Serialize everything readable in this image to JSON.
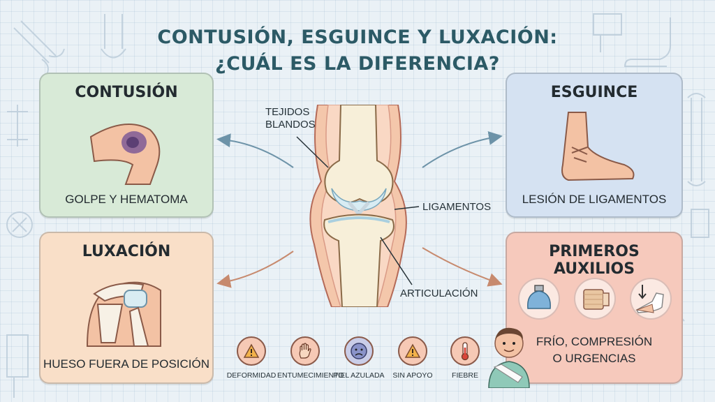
{
  "title": {
    "line1": "CONTUSIÓN, ESGUINCE Y LUXACIÓN:",
    "line2": "¿CUÁL ES LA DIFERENCIA?"
  },
  "cards": {
    "contusion": {
      "title": "CONTUSIÓN",
      "caption": "GOLPE Y HEMATOMA"
    },
    "esguince": {
      "title": "ESGUINCE",
      "caption": "LESIÓN DE LIGAMENTOS"
    },
    "luxacion": {
      "title": "LUXACIÓN",
      "caption": "HUESO FUERA DE POSICIÓN"
    },
    "auxilios": {
      "title": "PRIMEROS AUXILIOS",
      "caption_line1": "FRÍO, COMPRESIÓN",
      "caption_line2": "O URGENCIAS"
    }
  },
  "knee_labels": {
    "tejidos_line1": "TEJIDOS",
    "tejidos_line2": "BLANDOS",
    "ligamentos": "LIGAMENTOS",
    "articulacion": "ARTICULACIÓN"
  },
  "symptoms": [
    {
      "label": "DEFORMIDAD",
      "icon": "warning-icon"
    },
    {
      "label": "ENTUMECIMIENTO",
      "icon": "hand-icon"
    },
    {
      "label": "PIEL AZULADA",
      "icon": "sad-face-icon"
    },
    {
      "label": "SIN APOYO",
      "icon": "warning-icon"
    },
    {
      "label": "FIEBRE",
      "icon": "thermometer-icon"
    }
  ],
  "first_aid_icons": [
    "ice-pack-icon",
    "bandage-roll-icon",
    "elevated-foot-icon"
  ],
  "colors": {
    "contusion_bg": "#d8ead7",
    "esguince_bg": "#d5e2f2",
    "luxacion_bg": "#f9dfc8",
    "auxilios_bg": "#f6c9bc",
    "title": "#2c5a66"
  }
}
